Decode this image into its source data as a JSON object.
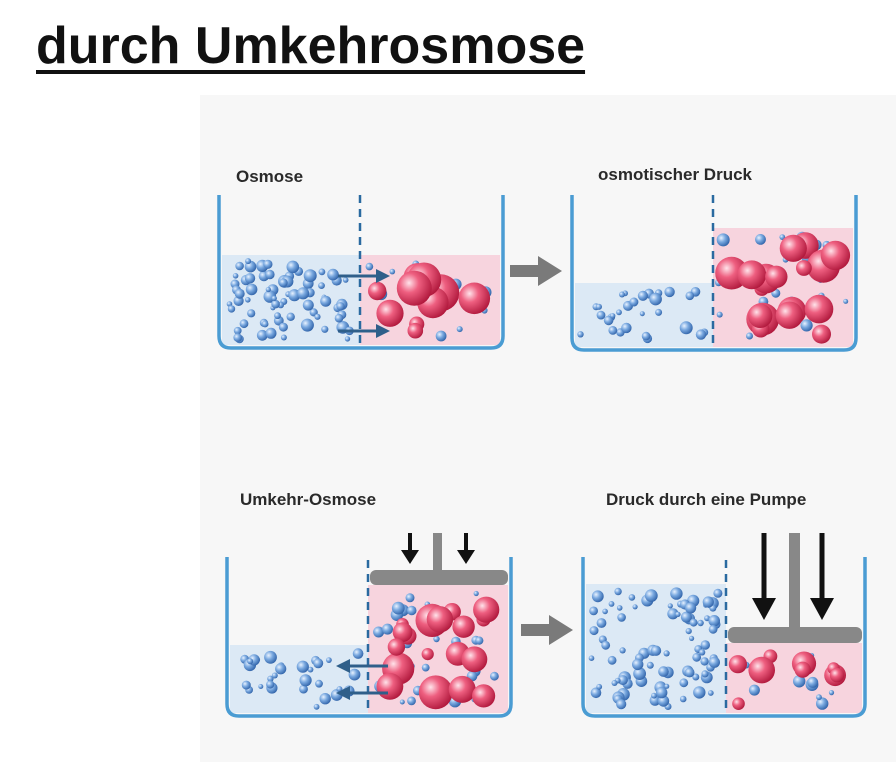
{
  "title": "durch Umkehrosmose",
  "panels": [
    {
      "id": "osmose",
      "label": "Osmose"
    },
    {
      "id": "osmotic-pressure",
      "label": "osmotischer Druck"
    },
    {
      "id": "reverse-osmosis",
      "label": "Umkehr-Osmose"
    },
    {
      "id": "pump-pressure",
      "label": "Druck durch eine Pumpe"
    }
  ],
  "colors": {
    "water": "#dce9f5",
    "solution": "#f7d4de",
    "container": "#4a9cd3",
    "membrane": "#2a6aa0",
    "small_molecule": "#5a8fd0",
    "large_molecule": "#d8365a",
    "flow_arrow": "#2f5f8a",
    "process_arrow": "#7a7a7a",
    "piston": "#888888",
    "force_arrow": "#111111"
  }
}
